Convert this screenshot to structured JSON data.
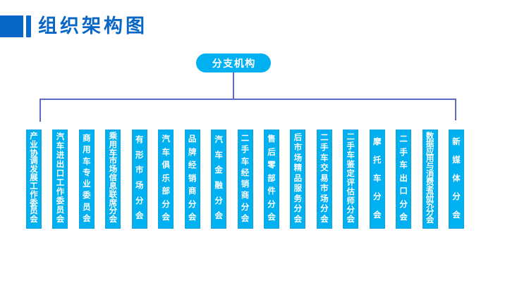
{
  "title": {
    "text": "组织架构图"
  },
  "colors": {
    "background": "#FFFFFF",
    "accent_blue": "#0866C6",
    "node_cyan": "#00B0F0",
    "node_border": "#14A3DB",
    "node_text": "#FFFFFF",
    "connector": "#5C6BC0"
  },
  "root_node": {
    "label": "分支机构"
  },
  "branches": [
    "产业协调发展工作委员会",
    "汽车进出口工作委员会",
    "商用车专业委员会",
    "乘用车市场信息联席分会",
    "有形市场分会",
    "汽车俱乐部分会",
    "品牌经销商分会",
    "汽车金融分会",
    "二手车经销商分会",
    "售后零部件分会",
    "后市场精品服务分会",
    "二手车交易市场分会",
    "二手车鉴定评估师分会",
    "摩托车分会",
    "二手车出口分会",
    "数据应用与消费者研究分会",
    "新媒体分会"
  ]
}
